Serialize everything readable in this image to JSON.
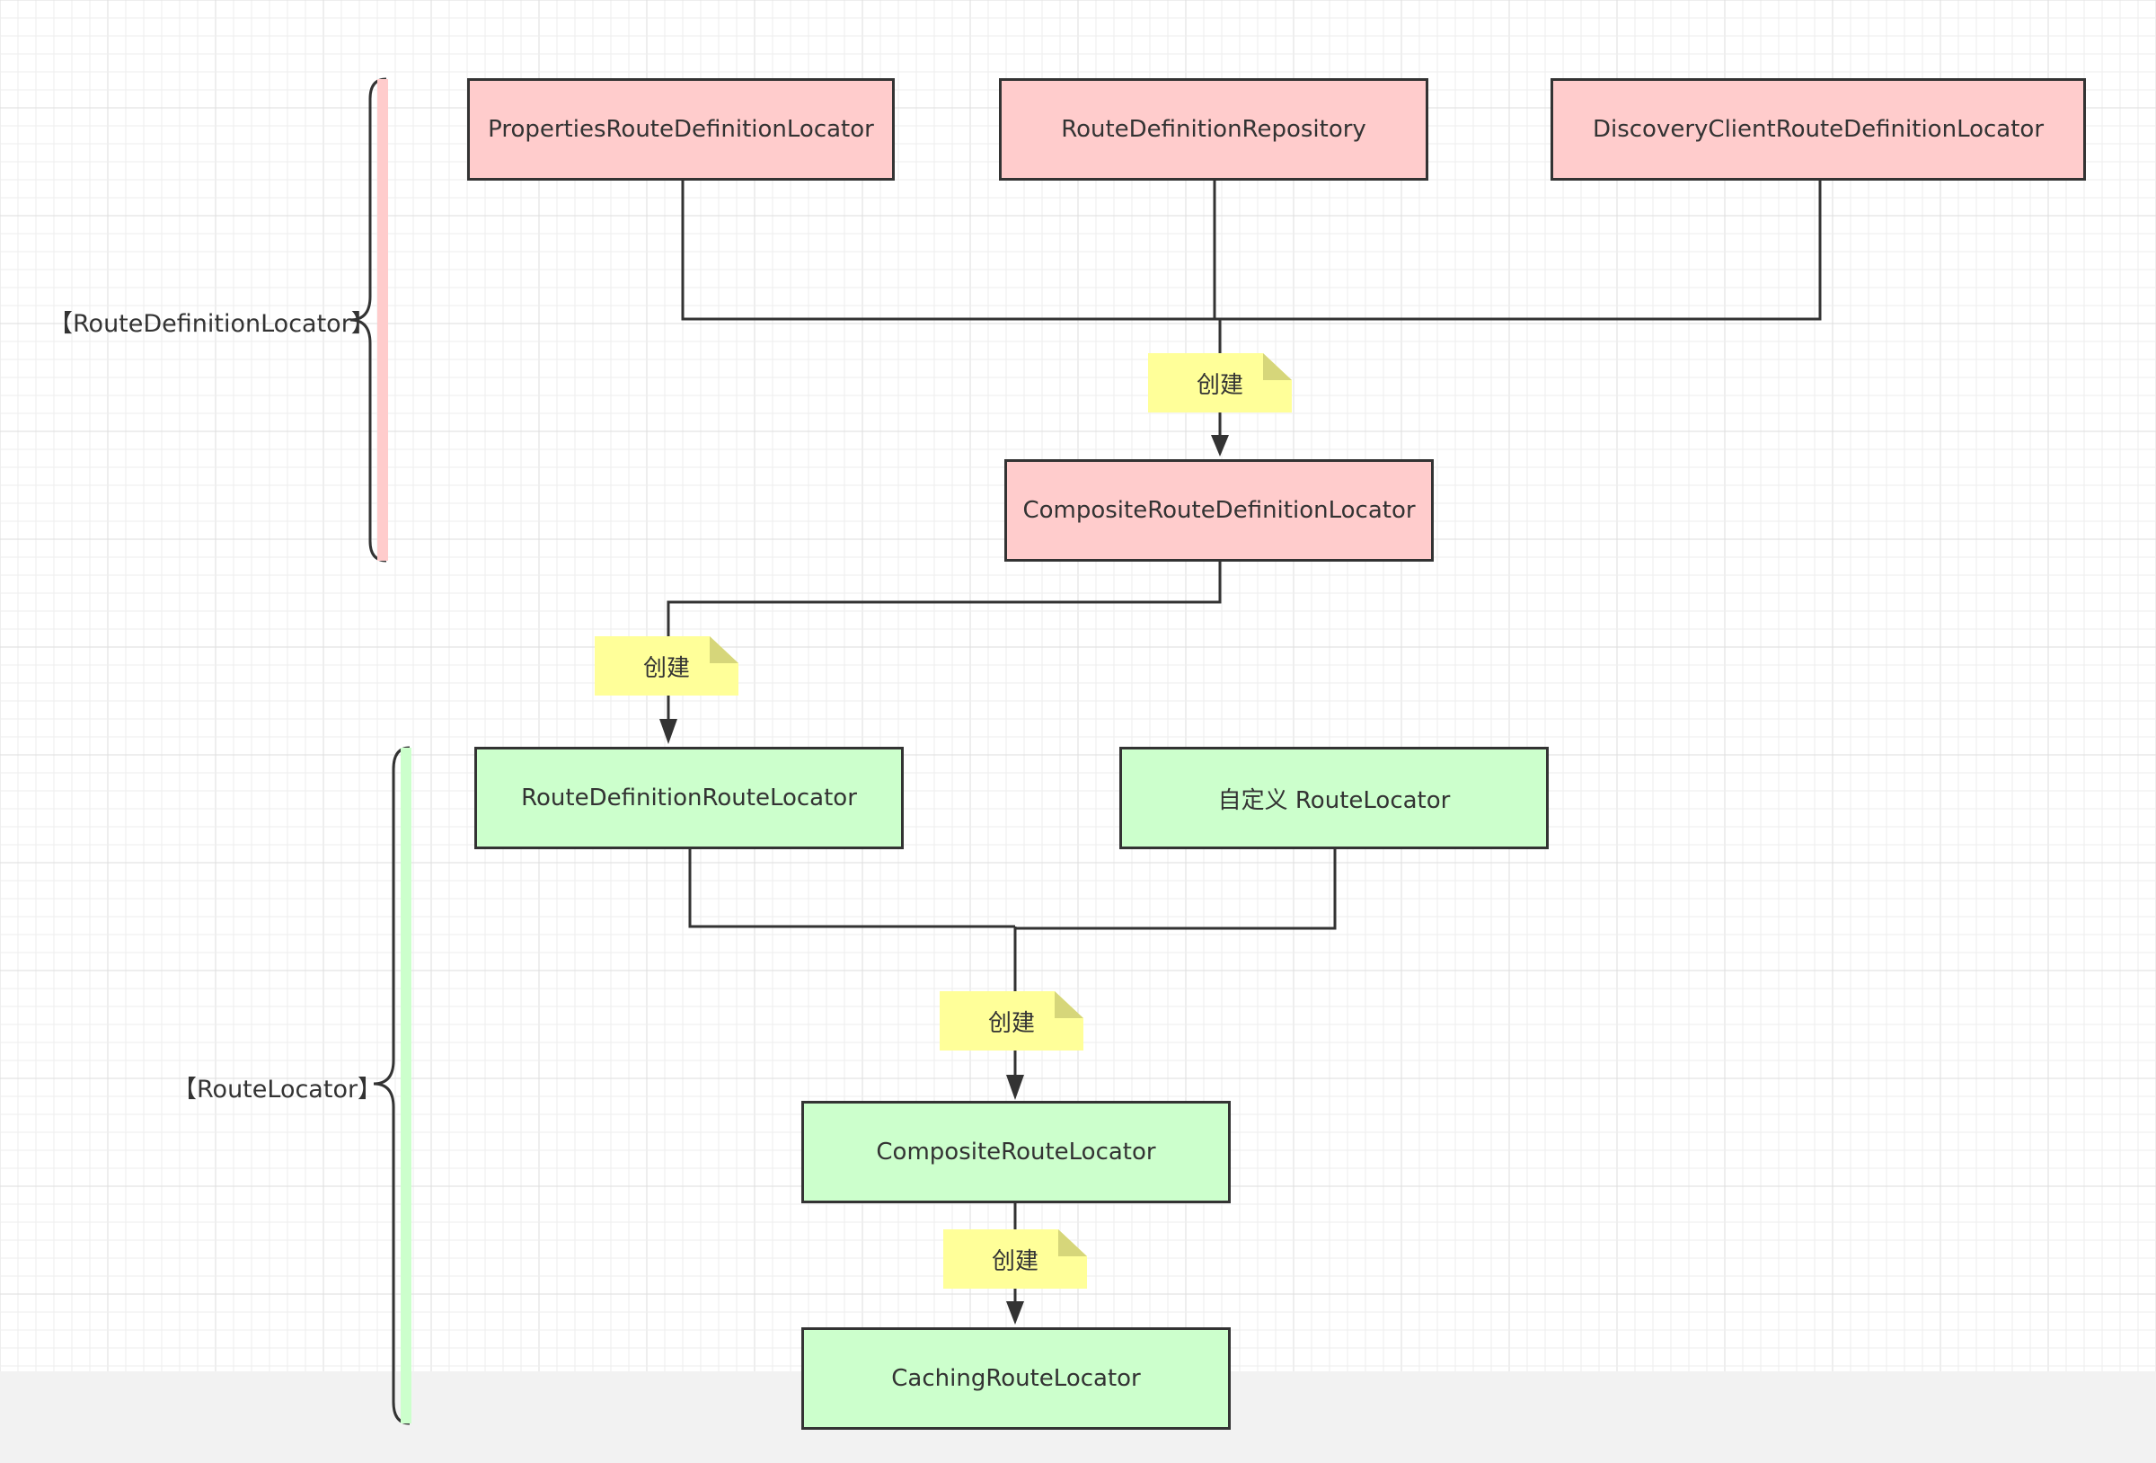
{
  "groups": {
    "route_definition_locator": {
      "label": "【RouteDefinitionLocator】",
      "color": "#ffcccc"
    },
    "route_locator": {
      "label": "【RouteLocator】",
      "color": "#ccffcc"
    }
  },
  "nodes": {
    "properties_rdl": "PropertiesRouteDefinitionLocator",
    "rd_repository": "RouteDefinitionRepository",
    "discovery_rdl": "DiscoveryClientRouteDefinitionLocator",
    "composite_rdl": "CompositeRouteDefinitionLocator",
    "rd_route_locator": "RouteDefinitionRouteLocator",
    "custom_route_locator": "自定义 RouteLocator",
    "composite_rl": "CompositeRouteLocator",
    "caching_rl": "CachingRouteLocator"
  },
  "notes": {
    "create_1": "创建",
    "create_2": "创建",
    "create_3": "创建",
    "create_4": "创建"
  },
  "colors": {
    "red_fill": "#ffcccc",
    "green_fill": "#ccffcc",
    "note_fill": "#ffff99",
    "stroke": "#333333",
    "grid": "#e8e8e8"
  }
}
